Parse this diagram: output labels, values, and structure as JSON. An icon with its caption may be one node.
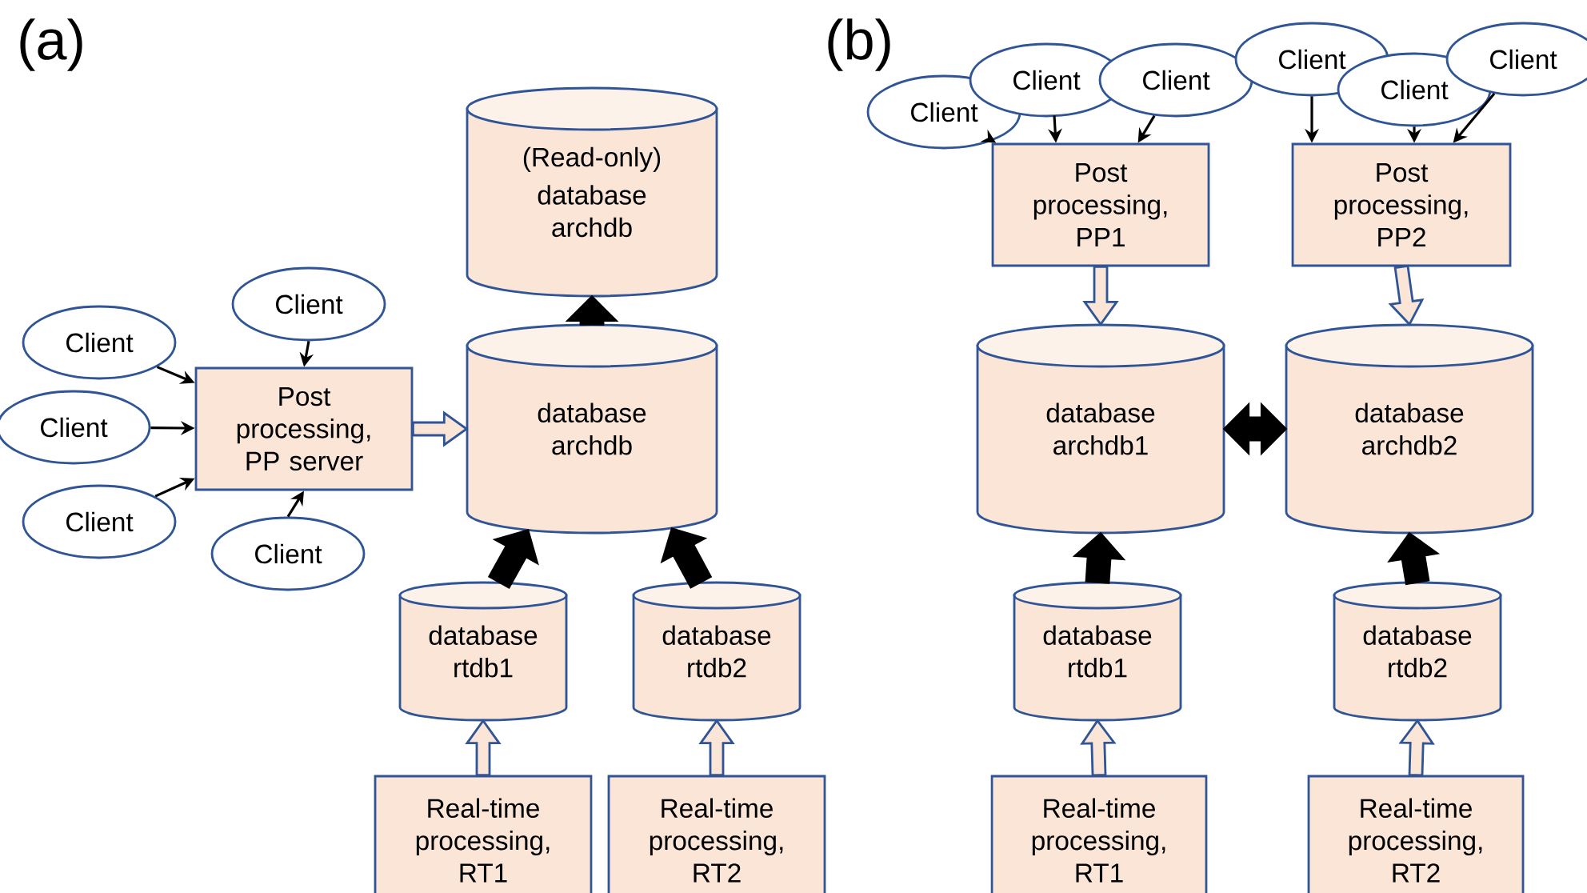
{
  "diagram": {
    "nodes": [
      {
        "text": [
          "Client"
        ]
      },
      {
        "text": [
          "Client"
        ]
      },
      {
        "text": [
          "Client"
        ]
      },
      {
        "text": [
          "Client"
        ]
      },
      {
        "text": [
          "Client"
        ]
      },
      {
        "text": [
          "Post processing, PP server"
        ]
      },
      {
        "text": [
          "(Read-only)",
          "database archdb"
        ]
      },
      {
        "text": [
          "database archdb"
        ]
      },
      {
        "text": [
          "database rtdb1"
        ]
      },
      {
        "text": [
          "database rtdb2"
        ]
      },
      {
        "text": [
          "Real-time processing, RT1"
        ]
      },
      {
        "text": [
          "Real-time processing, RT2"
        ]
      },
      {
        "text": [
          "Client"
        ]
      },
      {
        "text": [
          "Client"
        ]
      },
      {
        "text": [
          "Client"
        ]
      },
      {
        "text": [
          "Client"
        ]
      },
      {
        "text": [
          "Client"
        ]
      },
      {
        "text": [
          "Client"
        ]
      },
      {
        "text": [
          "Post processing, PP1"
        ]
      },
      {
        "text": [
          "Post processing, PP2"
        ]
      },
      {
        "text": [
          "database archdb1"
        ]
      },
      {
        "text": [
          "database archdb2"
        ]
      },
      {
        "text": [
          "database rtdb1"
        ]
      },
      {
        "text": [
          "database rtdb2"
        ]
      },
      {
        "text": [
          "Real-time processing, RT1"
        ]
      },
      {
        "text": [
          "Real-time processing, RT2"
        ]
      }
    ],
    "edges": [
      {
        "from": 0,
        "to": 5,
        "arrow": "to"
      },
      {
        "from": 1,
        "to": 5,
        "arrow": "to"
      },
      {
        "from": 2,
        "to": 5,
        "arrow": "to"
      },
      {
        "from": 3,
        "to": 5,
        "arrow": "to"
      },
      {
        "from": 4,
        "to": 5,
        "arrow": "to"
      },
      {
        "from": 5,
        "to": 7,
        "arrow": "to",
        "style": "thick",
        "color": "#2f5597"
      },
      {
        "from": 7,
        "to": 6,
        "arrow": "to",
        "style": "thick"
      },
      {
        "from": 8,
        "to": 7,
        "arrow": "to",
        "style": "thick"
      },
      {
        "from": 9,
        "to": 7,
        "arrow": "to",
        "style": "thick"
      },
      {
        "from": 10,
        "to": 8,
        "arrow": "to",
        "style": "thick",
        "color": "#2f5597"
      },
      {
        "from": 11,
        "to": 9,
        "arrow": "to",
        "style": "thick",
        "color": "#2f5597"
      },
      {
        "from": 12,
        "to": 18,
        "arrow": "to"
      },
      {
        "from": 13,
        "to": 18,
        "arrow": "to"
      },
      {
        "from": 14,
        "to": 18,
        "arrow": "to"
      },
      {
        "from": 15,
        "to": 19,
        "arrow": "to"
      },
      {
        "from": 16,
        "to": 19,
        "arrow": "to"
      },
      {
        "from": 17,
        "to": 19,
        "arrow": "to"
      },
      {
        "from": 18,
        "to": 20,
        "arrow": "to",
        "style": "thick",
        "color": "#2f5597"
      },
      {
        "from": 19,
        "to": 21,
        "arrow": "to",
        "style": "thick",
        "color": "#2f5597"
      },
      {
        "from": 20,
        "to": 21,
        "arrow": "both",
        "style": "thick"
      },
      {
        "from": 22,
        "to": 20,
        "arrow": "to",
        "style": "thick"
      },
      {
        "from": 23,
        "to": 21,
        "arrow": "to",
        "style": "thick"
      },
      {
        "from": 24,
        "to": 22,
        "arrow": "to",
        "style": "thick",
        "color": "#2f5597"
      },
      {
        "from": 25,
        "to": 23,
        "arrow": "to",
        "style": "thick",
        "color": "#2f5597"
      }
    ],
    "labels": [
      "(a)",
      "(b)"
    ]
  }
}
